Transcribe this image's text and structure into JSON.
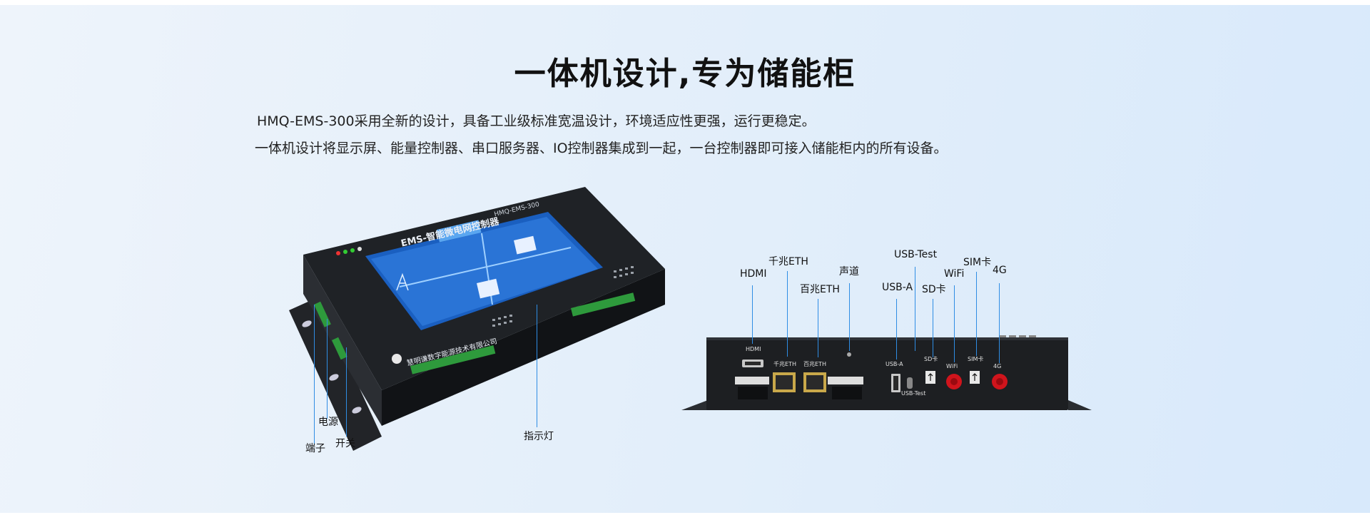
{
  "heading": "一体机设计,专为储能柜",
  "description": [
    "HMQ-EMS-300采用全新的设计，具备工业级标准宽温设计，环境适应性更强，运行更稳定。",
    "一体机设计将显示屏、能量控制器、串口服务器、IO控制器集成到一起，一台控制器即可接入储能柜内的所有设备。"
  ],
  "left_device": {
    "panel_title": "EMS-智能微电网控制器",
    "model": "HMQ-EMS-300",
    "brand": "慧明谦数字能源技术有限公司",
    "callouts": [
      "端子",
      "电源",
      "开关",
      "指示灯"
    ]
  },
  "right_device": {
    "callouts": [
      "HDMI",
      "千兆ETH",
      "百兆ETH",
      "声道",
      "USB-A",
      "USB-Test",
      "SD卡",
      "WiFi",
      "SIM卡",
      "4G"
    ],
    "port_labels": [
      "HDMI",
      "千兆ETH",
      "百兆ETH",
      "USB-A",
      "USB-Test",
      "SD卡",
      "WiFi",
      "SIM卡",
      "4G"
    ]
  },
  "colors": {
    "accent_line": "#2f8de4",
    "device_body": "#1d1f22",
    "screen": "#1a5fc0",
    "antenna": "#d0141c"
  }
}
